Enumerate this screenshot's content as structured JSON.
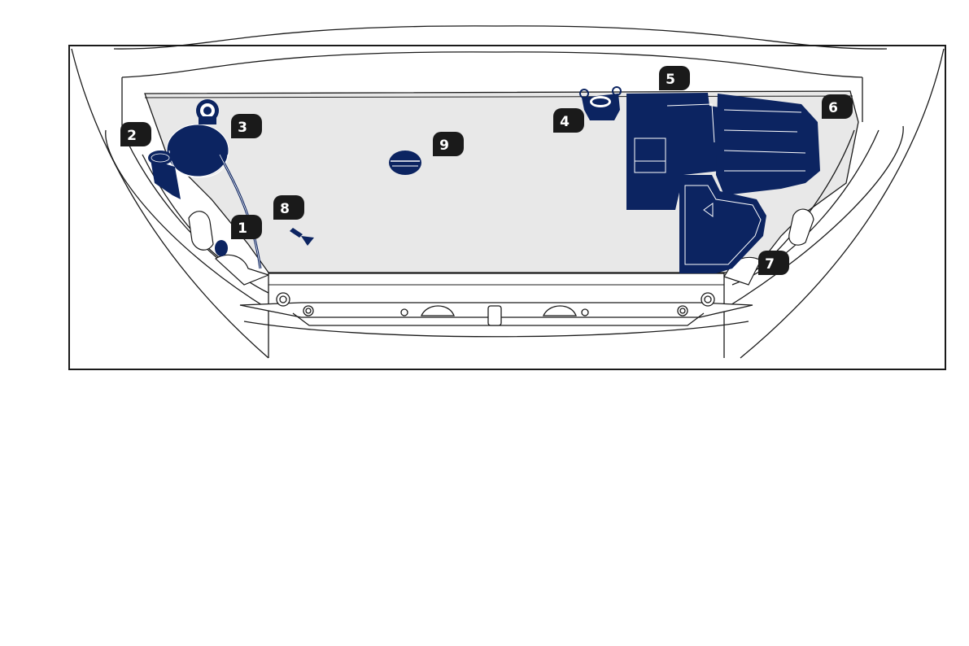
{
  "colors": {
    "part_fill": "#0c2461",
    "bay_fill": "#e8e8e8",
    "line": "#1a1a1a",
    "callout_fill": "#1a1a1a",
    "callout_text": "#ffffff"
  },
  "callouts": [
    {
      "label": "1"
    },
    {
      "label": "2"
    },
    {
      "label": "3"
    },
    {
      "label": "4"
    },
    {
      "label": "5"
    },
    {
      "label": "6"
    },
    {
      "label": "7"
    },
    {
      "label": "8"
    },
    {
      "label": "9"
    }
  ]
}
